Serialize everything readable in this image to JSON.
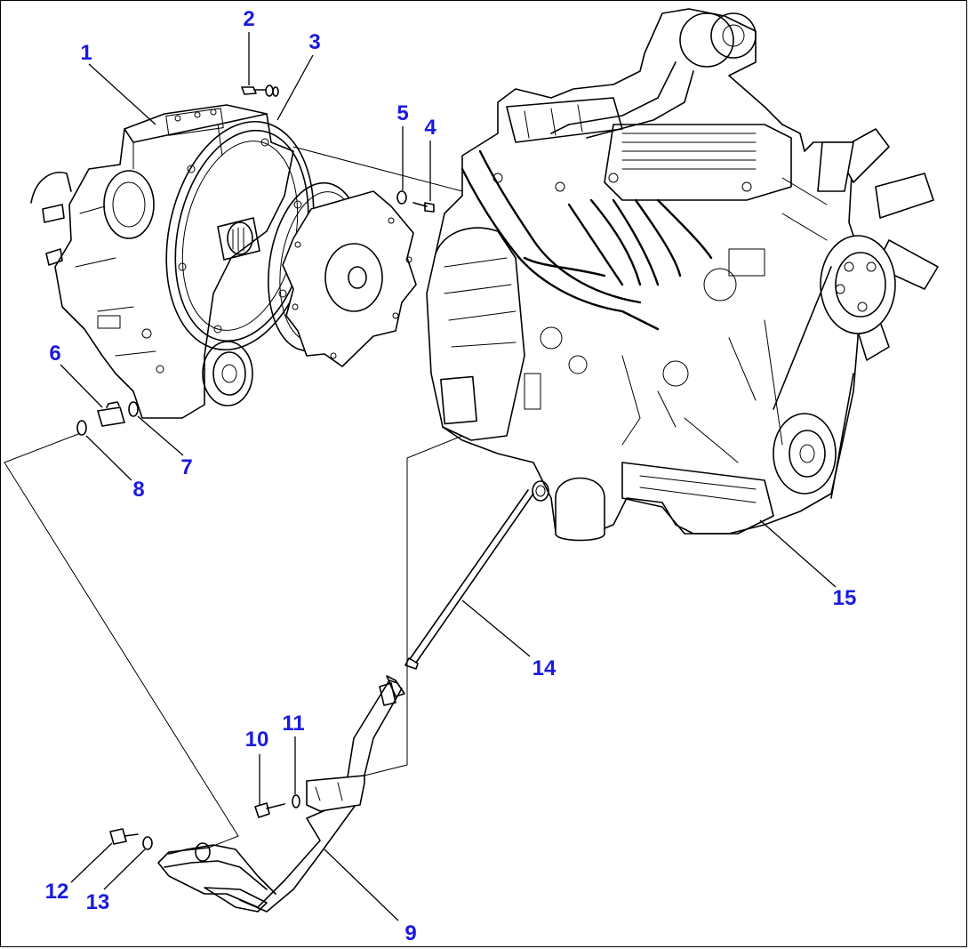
{
  "callouts": [
    {
      "id": "1",
      "label": "1"
    },
    {
      "id": "2",
      "label": "2"
    },
    {
      "id": "3",
      "label": "3"
    },
    {
      "id": "4",
      "label": "4"
    },
    {
      "id": "5",
      "label": "5"
    },
    {
      "id": "6",
      "label": "6"
    },
    {
      "id": "7",
      "label": "7"
    },
    {
      "id": "8",
      "label": "8"
    },
    {
      "id": "9",
      "label": "9"
    },
    {
      "id": "10",
      "label": "10"
    },
    {
      "id": "11",
      "label": "11"
    },
    {
      "id": "12",
      "label": "12"
    },
    {
      "id": "13",
      "label": "13"
    },
    {
      "id": "14",
      "label": "14"
    },
    {
      "id": "15",
      "label": "15"
    }
  ],
  "colors": {
    "callout_text": "#1a1ae0",
    "line_art": "#000000",
    "background": "#ffffff"
  }
}
